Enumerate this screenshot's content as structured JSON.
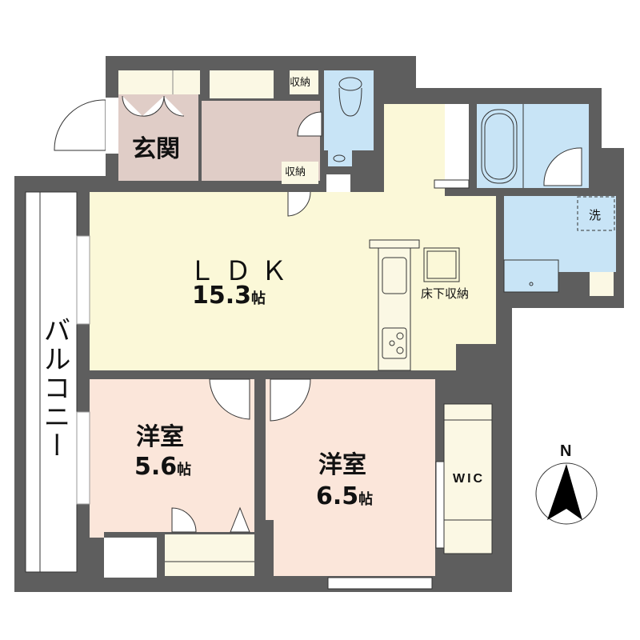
{
  "floorplan": {
    "colors": {
      "wall": "#5e5e5e",
      "ldk": "#fbf8d8",
      "bedroom": "#fbe6da",
      "entrance": "#e0cdc7",
      "wet_area": "#c8e4f6",
      "storage": "#fbf8e4",
      "balcony": "#ffffff"
    },
    "rooms": {
      "entrance": {
        "label": "玄関"
      },
      "ldk": {
        "label": "ＬＤＫ",
        "area_value": "15.3",
        "area_unit": "帖"
      },
      "bedroom1": {
        "label": "洋室",
        "area_value": "5.6",
        "area_unit": "帖"
      },
      "bedroom2": {
        "label": "洋室",
        "area_value": "6.5",
        "area_unit": "帖"
      },
      "balcony": {
        "label": "バルコニー"
      },
      "wic": {
        "label": "WIC"
      },
      "storage_top": {
        "label": "収納"
      },
      "storage_mid": {
        "label": "収納"
      },
      "underfloor": {
        "label": "床下収納"
      },
      "laundry": {
        "label": "洗"
      }
    },
    "compass": {
      "label": "N"
    }
  }
}
